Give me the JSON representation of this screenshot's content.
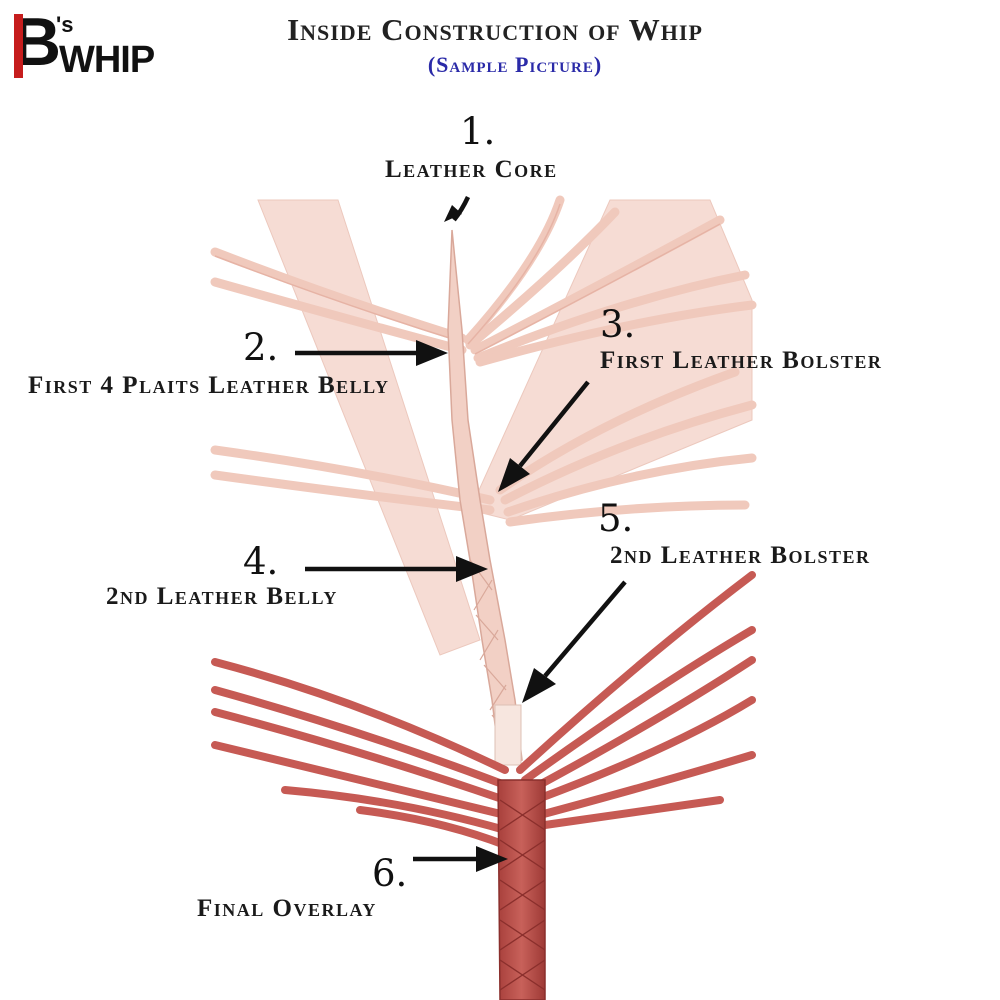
{
  "logo": {
    "b": "B",
    "s": "'s",
    "whip": "WHIP"
  },
  "title": "Inside Construction of Whip",
  "subtitle": "(Sample Picture)",
  "colors": {
    "subtitle": "#2a2aa8",
    "logo_accent": "#c61d1d",
    "raw_leather": "#f2cfc4",
    "red_leather": "#c2554f"
  },
  "labels": [
    {
      "number": "1.",
      "text": "Leather Core"
    },
    {
      "number": "2.",
      "text": "First 4 Plaits Leather Belly"
    },
    {
      "number": "3.",
      "text": "First Leather Bolster"
    },
    {
      "number": "4.",
      "text": "2nd Leather Belly"
    },
    {
      "number": "5.",
      "text": "2nd Leather Bolster"
    },
    {
      "number": "6.",
      "text": "Final Overlay"
    }
  ]
}
